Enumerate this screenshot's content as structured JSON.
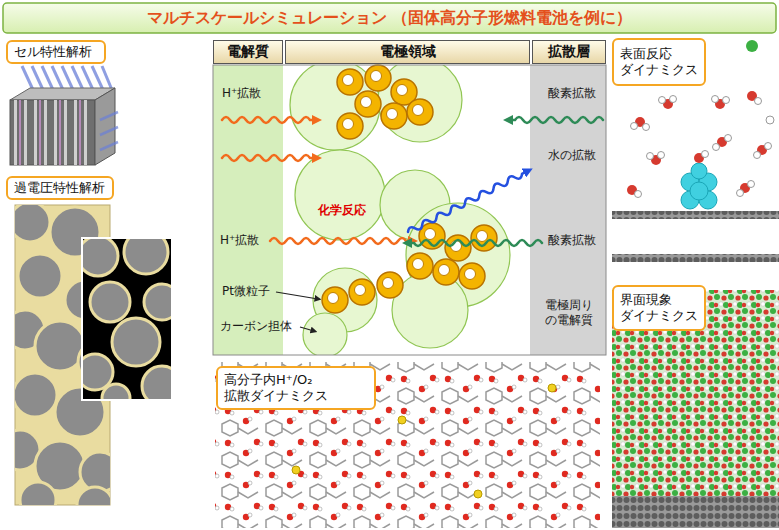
{
  "diagram": {
    "title": "マルチスケールシミュレーション （固体高分子形燃料電池を例に）",
    "nodes": [
      {
        "text": [
          "セル特性解析"
        ]
      },
      {
        "text": [
          "電解質"
        ]
      },
      {
        "text": [
          "電極領域"
        ]
      },
      {
        "text": [
          "拡散層"
        ]
      },
      {
        "text": [
          "表面反応 ダイナミクス"
        ]
      },
      {
        "text": [
          "過電圧特性解析"
        ]
      },
      {
        "text": [
          "界面現象 ダイナミクス"
        ]
      },
      {
        "text": [
          "高分子内H⁺/O₂ 拡散ダイナミクス"
        ]
      }
    ],
    "labels": [
      "H⁺拡散",
      "酸素拡散",
      "水の拡散",
      "化学反応",
      "H⁺拡散",
      "酸素拡散",
      "Pt微粒子",
      "カーボン担体",
      "電極周り の電解質"
    ]
  }
}
